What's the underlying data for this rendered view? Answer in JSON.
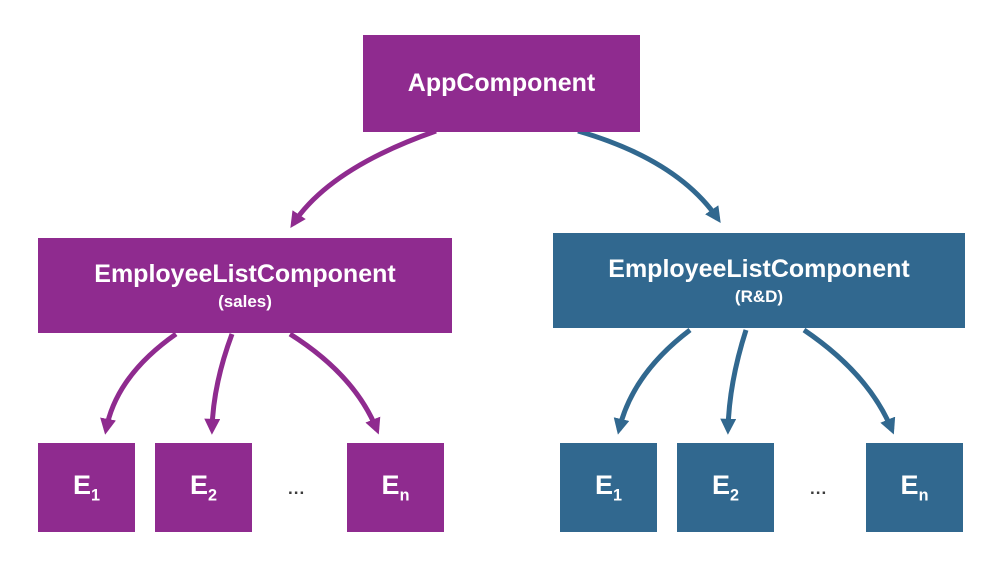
{
  "colors": {
    "purple": "#8f2b8f",
    "blue": "#31688f"
  },
  "nodes": {
    "root": {
      "label": "AppComponent"
    },
    "sales": {
      "label": "EmployeeListComponent",
      "sublabel": "(sales)"
    },
    "rnd": {
      "label": "EmployeeListComponent",
      "sublabel": "(R&D)"
    },
    "sales_children": [
      {
        "base": "E",
        "sub": "1"
      },
      {
        "base": "E",
        "sub": "2"
      },
      {
        "base": "E",
        "sub": "n"
      }
    ],
    "rnd_children": [
      {
        "base": "E",
        "sub": "1"
      },
      {
        "base": "E",
        "sub": "2"
      },
      {
        "base": "E",
        "sub": "n"
      }
    ],
    "ellipsis": "..."
  }
}
